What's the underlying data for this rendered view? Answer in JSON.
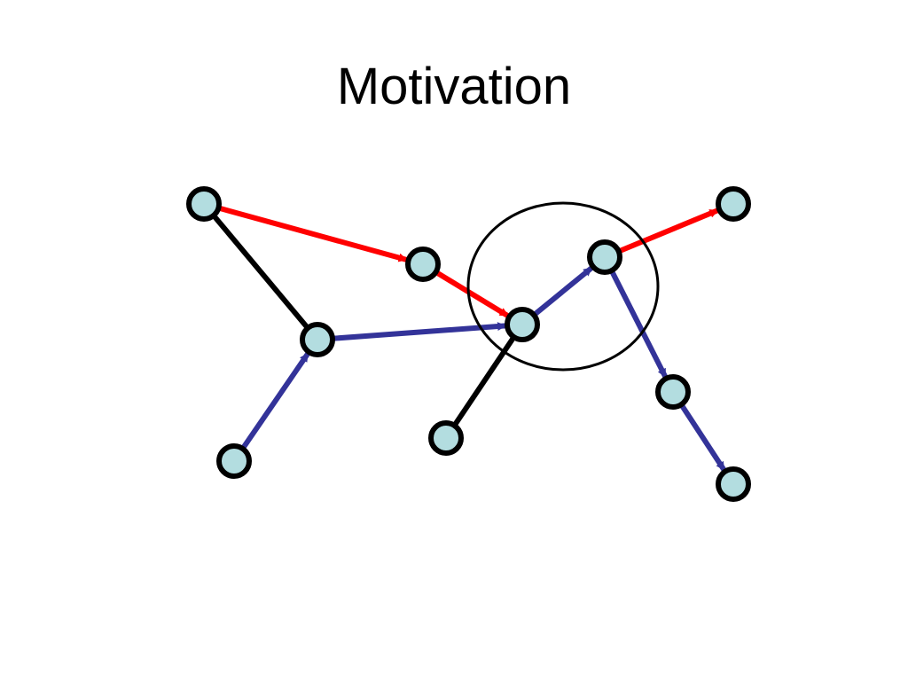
{
  "slide": {
    "title": "Motivation"
  },
  "colors": {
    "node_fill": "#b3dde0",
    "node_stroke": "#000000",
    "edge_undirected": "#000000",
    "edge_red": "#ff0000",
    "edge_blue": "#333399",
    "focus_circle": "#000000"
  },
  "graph": {
    "nodes": [
      "n1",
      "n2",
      "n3",
      "n4",
      "n5",
      "n6",
      "n7",
      "n8",
      "n9",
      "n10"
    ],
    "edges": [
      {
        "from": "n1",
        "to": "n2",
        "kind": "directed-red"
      },
      {
        "from": "n2",
        "to": "n5",
        "kind": "directed-red"
      },
      {
        "from": "n6",
        "to": "n7",
        "kind": "directed-red"
      },
      {
        "from": "n1",
        "to": "n3",
        "kind": "undirected"
      },
      {
        "from": "n5",
        "to": "n8",
        "kind": "undirected"
      },
      {
        "from": "n4",
        "to": "n3",
        "kind": "directed-blue"
      },
      {
        "from": "n3",
        "to": "n5",
        "kind": "directed-blue"
      },
      {
        "from": "n5",
        "to": "n6",
        "kind": "directed-blue"
      },
      {
        "from": "n6",
        "to": "n9",
        "kind": "directed-blue"
      },
      {
        "from": "n9",
        "to": "n10",
        "kind": "directed-blue"
      }
    ],
    "highlight": [
      "n5",
      "n6"
    ]
  }
}
